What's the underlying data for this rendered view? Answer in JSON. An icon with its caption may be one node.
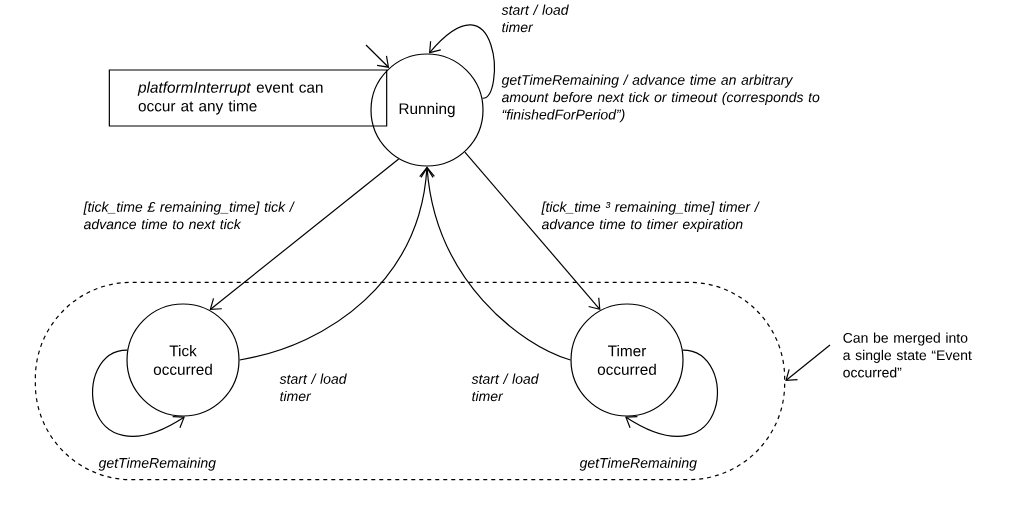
{
  "diagram": {
    "nodes": [
      {
        "text": [
          "*platformInterrupt* event can occur at any time"
        ]
      },
      {
        "text": [
          "Running"
        ]
      },
      {
        "text": [],
        "shape": "box"
      },
      {
        "text": [
          "Tick occurred"
        ],
        "in": 2
      },
      {
        "text": [
          "Timer occurred"
        ],
        "in": 2
      },
      {
        "text": [
          "Can be merged into a single state “Event occurred”"
        ]
      }
    ],
    "edges": [
      {
        "from": null,
        "to": 1,
        "arrow": "to"
      },
      {
        "from": 1,
        "to": 1,
        "arrow": "to",
        "label": "start / load timer"
      },
      {
        "from": 1,
        "to": 3,
        "arrow": "to",
        "label": "[tick_time £ remaining_time] tick / advance time to next tick"
      },
      {
        "from": 3,
        "to": 1,
        "arrow": "to",
        "label": "start / load timer"
      },
      {
        "from": 1,
        "to": 4,
        "arrow": "to",
        "label": "[tick_time ³ remaining_time] timer / advance time to timer expiration"
      },
      {
        "from": 4,
        "to": 1,
        "arrow": "to",
        "label": "start / load timer"
      },
      {
        "from": 3,
        "to": 3,
        "arrow": "to",
        "label": "getTimeRemaining"
      },
      {
        "from": 4,
        "to": 4,
        "arrow": "to",
        "label": "getTimeRemaining"
      },
      {
        "from": 5,
        "to": 2,
        "arrow": "to"
      }
    ],
    "labels": [
      "getTimeRemaining / advance time an arbitrary amount before next tick or timeout (corresponds to “finishedForPeriod”)"
    ]
  }
}
